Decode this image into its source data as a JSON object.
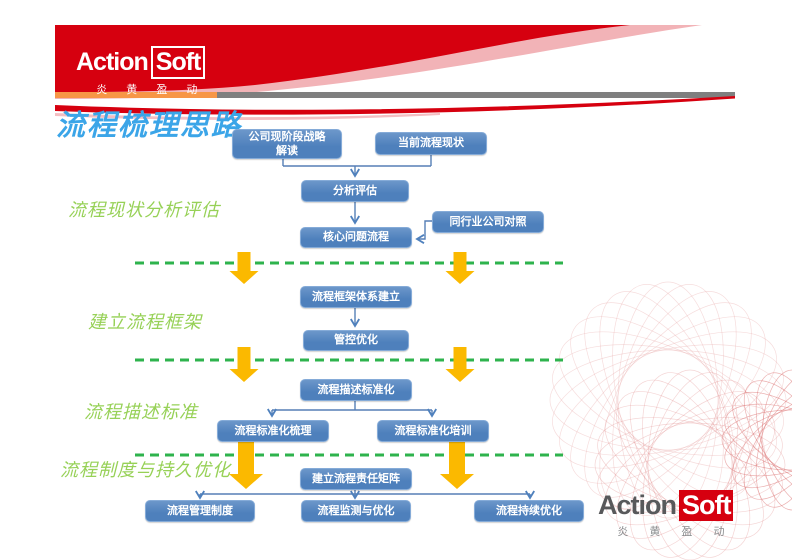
{
  "title": "流程梳理思路",
  "brand": {
    "action": "Action",
    "soft": "Soft",
    "chinese": "炎 黄 盈 动"
  },
  "stages": [
    "流程现状分析评估",
    "建立流程框架",
    "流程描述标准",
    "流程制度与持久优化"
  ],
  "nodes": {
    "strategy": "公司现阶段战略\n解读",
    "current_state": "当前流程现状",
    "analysis": "分析评估",
    "core_issues": "核心问题流程",
    "benchmark": "同行业公司对照",
    "framework": "流程框架体系建立",
    "governance": "管控优化",
    "description_std": "流程描述标准化",
    "std_sorting": "流程标准化梳理",
    "std_training": "流程标准化培训",
    "responsibility": "建立流程责任矩阵",
    "mgmt_system": "流程管理制度",
    "monitoring": "流程监测与优化",
    "continuous": "流程持续优化"
  },
  "colors": {
    "banner_red": "#D6000F",
    "banner_pink": "#F2B3B7",
    "bar_orange": "#F79646",
    "bar_gray": "#7F7F7F",
    "box_blue": "#4F81BD",
    "connector_blue": "#567FB6",
    "arrow_orange": "#FBB900",
    "dash_green": "#2EB34D",
    "stage_green": "#97D157",
    "title_blue": "#3BA5E8"
  }
}
